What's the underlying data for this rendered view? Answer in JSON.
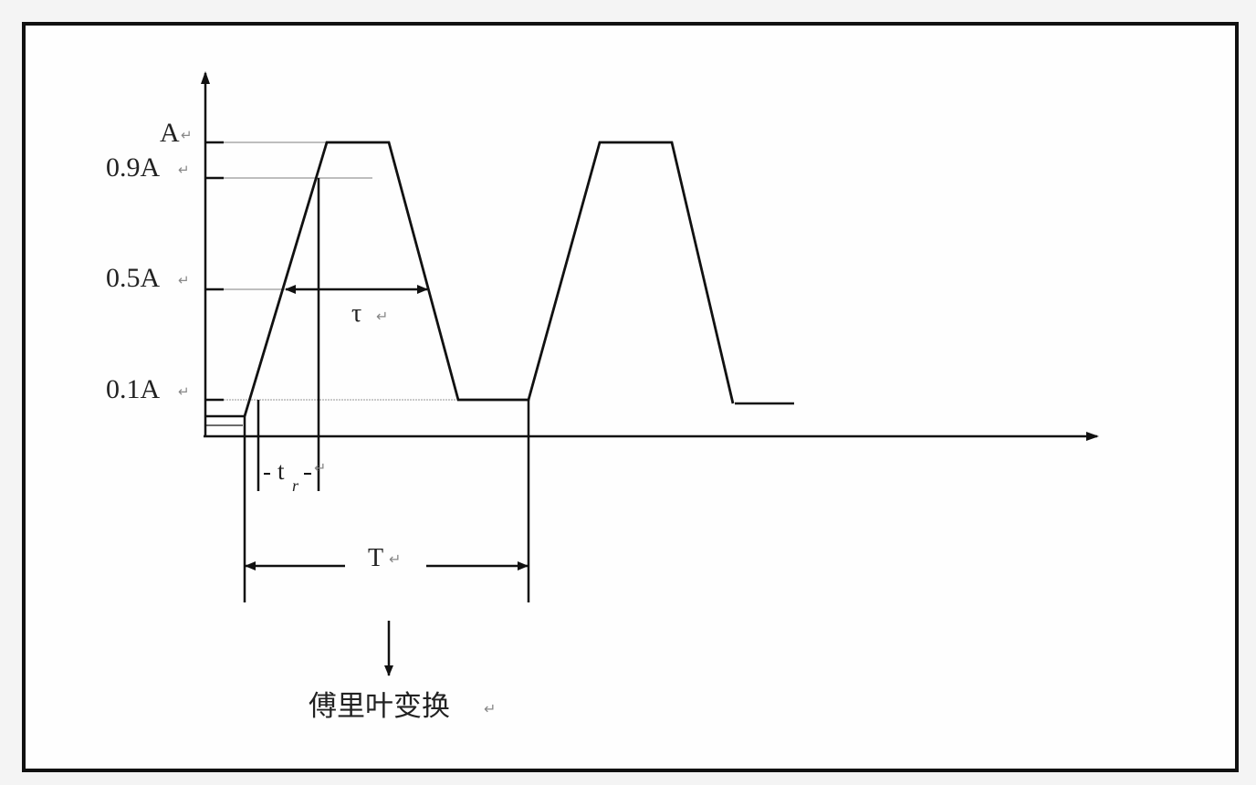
{
  "diagram": {
    "axis_labels": {
      "A": "A",
      "a09": "0.9A",
      "a05": "0.5A",
      "a01": "0.1A"
    },
    "pulse_width_label": "τ",
    "rise_time_label_t": "t",
    "rise_time_label_sub": "r",
    "period_label": "T",
    "transform_label": "傅里叶变换",
    "return_mark": "↵"
  }
}
